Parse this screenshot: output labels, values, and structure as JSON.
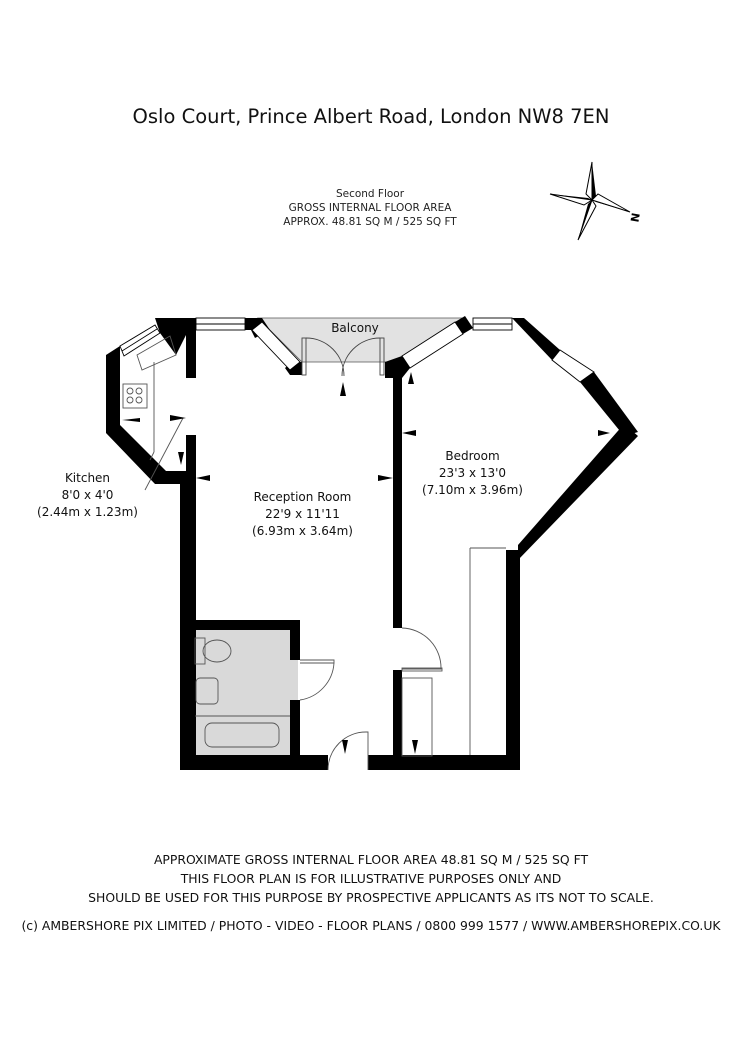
{
  "header": {
    "title": "Oslo Court, Prince Albert Road, London NW8 7EN",
    "floor": "Second Floor",
    "area_heading": "GROSS INTERNAL FLOOR AREA",
    "area_value": "APPROX. 48.81 SQ M / 525 SQ FT"
  },
  "compass": {
    "icon": "compass-star-icon",
    "north_label": "N"
  },
  "rooms": {
    "balcony": {
      "name": "Balcony"
    },
    "kitchen": {
      "name": "Kitchen",
      "imperial": "8'0 x 4'0",
      "metric": "(2.44m x 1.23m)"
    },
    "reception": {
      "name": "Reception Room",
      "imperial": "22'9 x 11'11",
      "metric": "(6.93m x 3.64m)"
    },
    "bedroom": {
      "name": "Bedroom",
      "imperial": "23'3 x 13'0",
      "metric": "(7.10m x 3.96m)"
    }
  },
  "footer": {
    "line1": "APPROXIMATE GROSS INTERNAL FLOOR AREA 48.81 SQ M / 525 SQ FT",
    "line2": "THIS FLOOR PLAN IS FOR ILLUSTRATIVE PURPOSES ONLY AND",
    "line3": "SHOULD BE USED FOR THIS PURPOSE BY PROSPECTIVE APPLICANTS AS ITS NOT TO SCALE.",
    "credit": "(c) AMBERSHORE PIX LIMITED / PHOTO - VIDEO - FLOOR PLANS / 0800 999 1577 / WWW.AMBERSHOREPIX.CO.UK"
  },
  "colors": {
    "wall": "#000000",
    "wet_room_fill": "#d9d9d9",
    "balcony_fill": "#e2e2e2",
    "fixture_line": "#555555"
  }
}
